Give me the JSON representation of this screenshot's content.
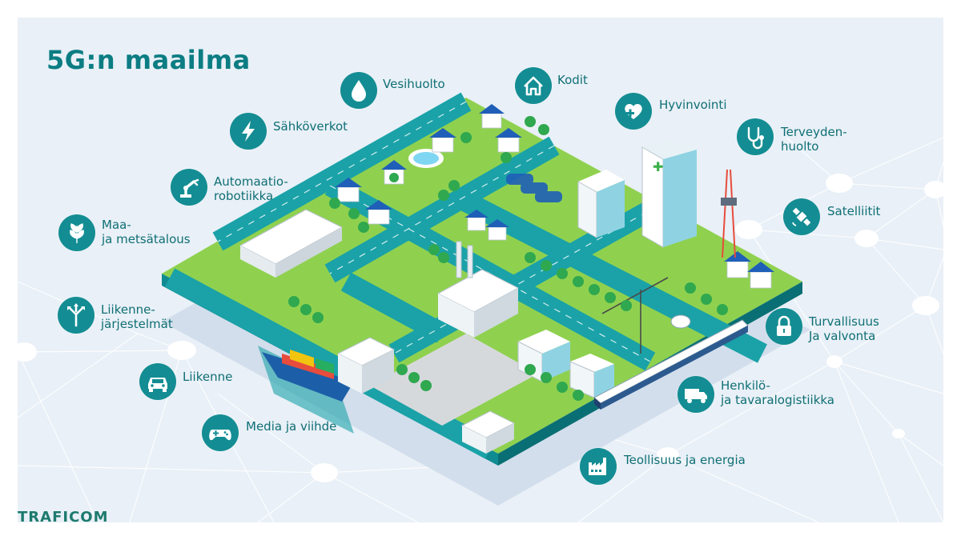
{
  "title": "5G:n maailma",
  "logo": "TRAFICOM",
  "colors": {
    "accent": "#138d93",
    "title": "#0b7d83",
    "label": "#0f6f75",
    "background": "#e9f0f7"
  },
  "items": [
    {
      "icon": "water-drop-icon",
      "lines": [
        "Vesihuolto"
      ]
    },
    {
      "icon": "home-icon",
      "lines": [
        "Kodit"
      ]
    },
    {
      "icon": "heart-plus-icon",
      "lines": [
        "Hyvinvointi"
      ]
    },
    {
      "icon": "stethoscope-icon",
      "lines": [
        "Terveyden-",
        "huolto"
      ]
    },
    {
      "icon": "lightning-icon",
      "lines": [
        "Sähköverkot"
      ]
    },
    {
      "icon": "robot-arm-icon",
      "lines": [
        "Automaatio-",
        "robotiikka"
      ]
    },
    {
      "icon": "leaf-icon",
      "lines": [
        "Maa-",
        "ja metsätalous"
      ]
    },
    {
      "icon": "satellite-icon",
      "lines": [
        "Satelliitit"
      ]
    },
    {
      "icon": "traffic-arrows-icon",
      "lines": [
        "Liikenne-",
        "järjestelmät"
      ]
    },
    {
      "icon": "lock-icon",
      "lines": [
        "Turvallisuus",
        "Ja valvonta"
      ]
    },
    {
      "icon": "car-icon",
      "lines": [
        "Liikenne"
      ]
    },
    {
      "icon": "truck-icon",
      "lines": [
        "Henkilö-",
        "ja tavaralogistiikka"
      ]
    },
    {
      "icon": "gamepad-icon",
      "lines": [
        "Media ja viihde"
      ]
    },
    {
      "icon": "factory-icon",
      "lines": [
        "Teollisuus ja energia"
      ]
    }
  ]
}
